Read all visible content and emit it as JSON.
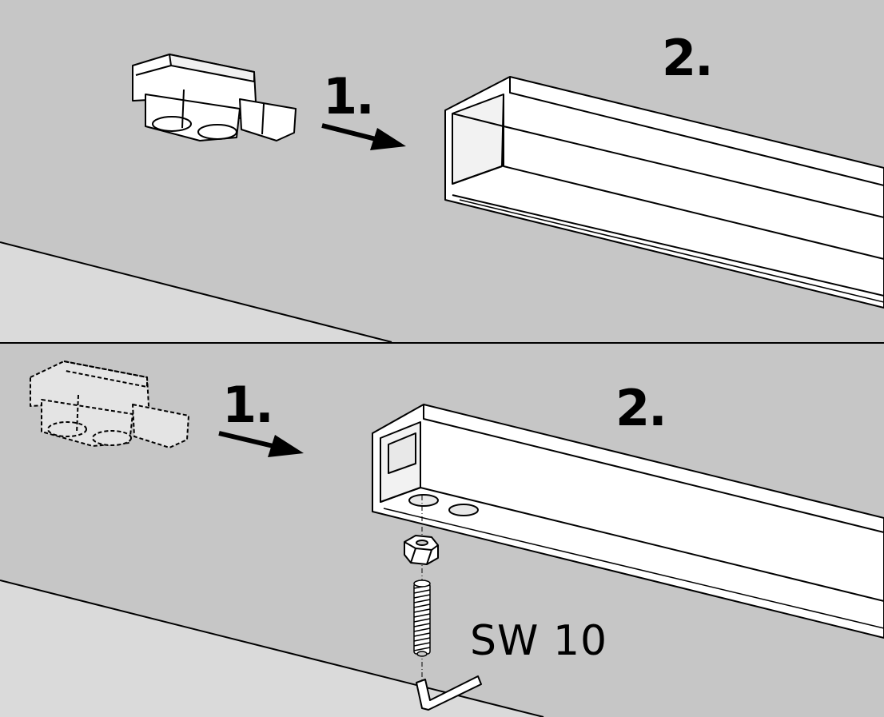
{
  "top_panel": {
    "step1_label": "1.",
    "step2_label": "2."
  },
  "bottom_panel": {
    "step1_label": "1.",
    "step2_label": "2.",
    "wrench_size_label": "SW 10"
  }
}
